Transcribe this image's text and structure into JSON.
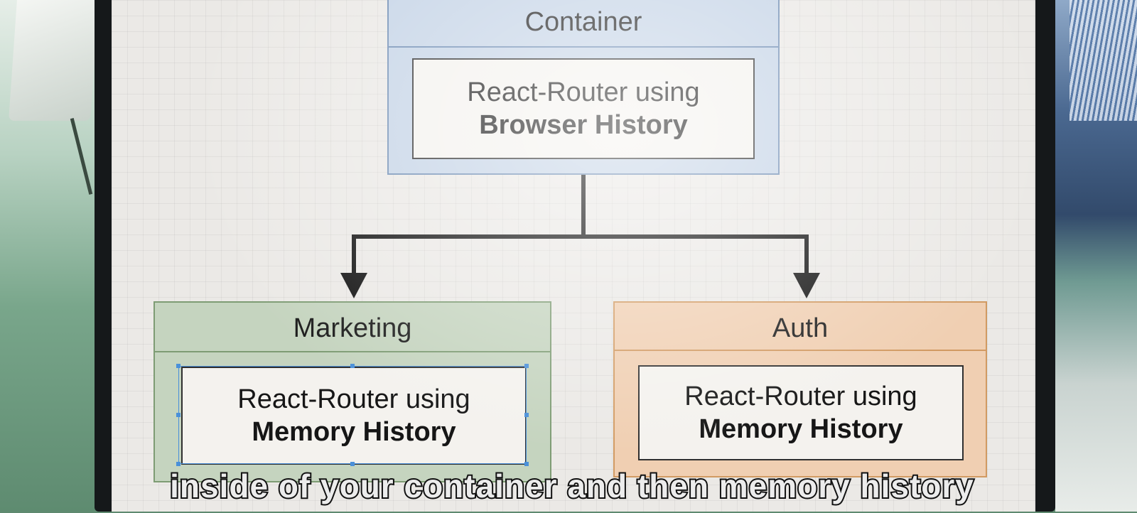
{
  "diagram": {
    "container": {
      "title": "Container",
      "line1": "React-Router using",
      "line2": "Browser History"
    },
    "marketing": {
      "title": "Marketing",
      "line1": "React-Router using",
      "line2": "Memory History"
    },
    "auth": {
      "title": "Auth",
      "line1": "React-Router using",
      "line2": "Memory History"
    }
  },
  "subtitle": "inside of your container and then memory history",
  "colors": {
    "container_fill": "#c4d3e6",
    "marketing_fill": "#c5d4bf",
    "auth_fill": "#f0cfb2",
    "connector": "#111111"
  }
}
